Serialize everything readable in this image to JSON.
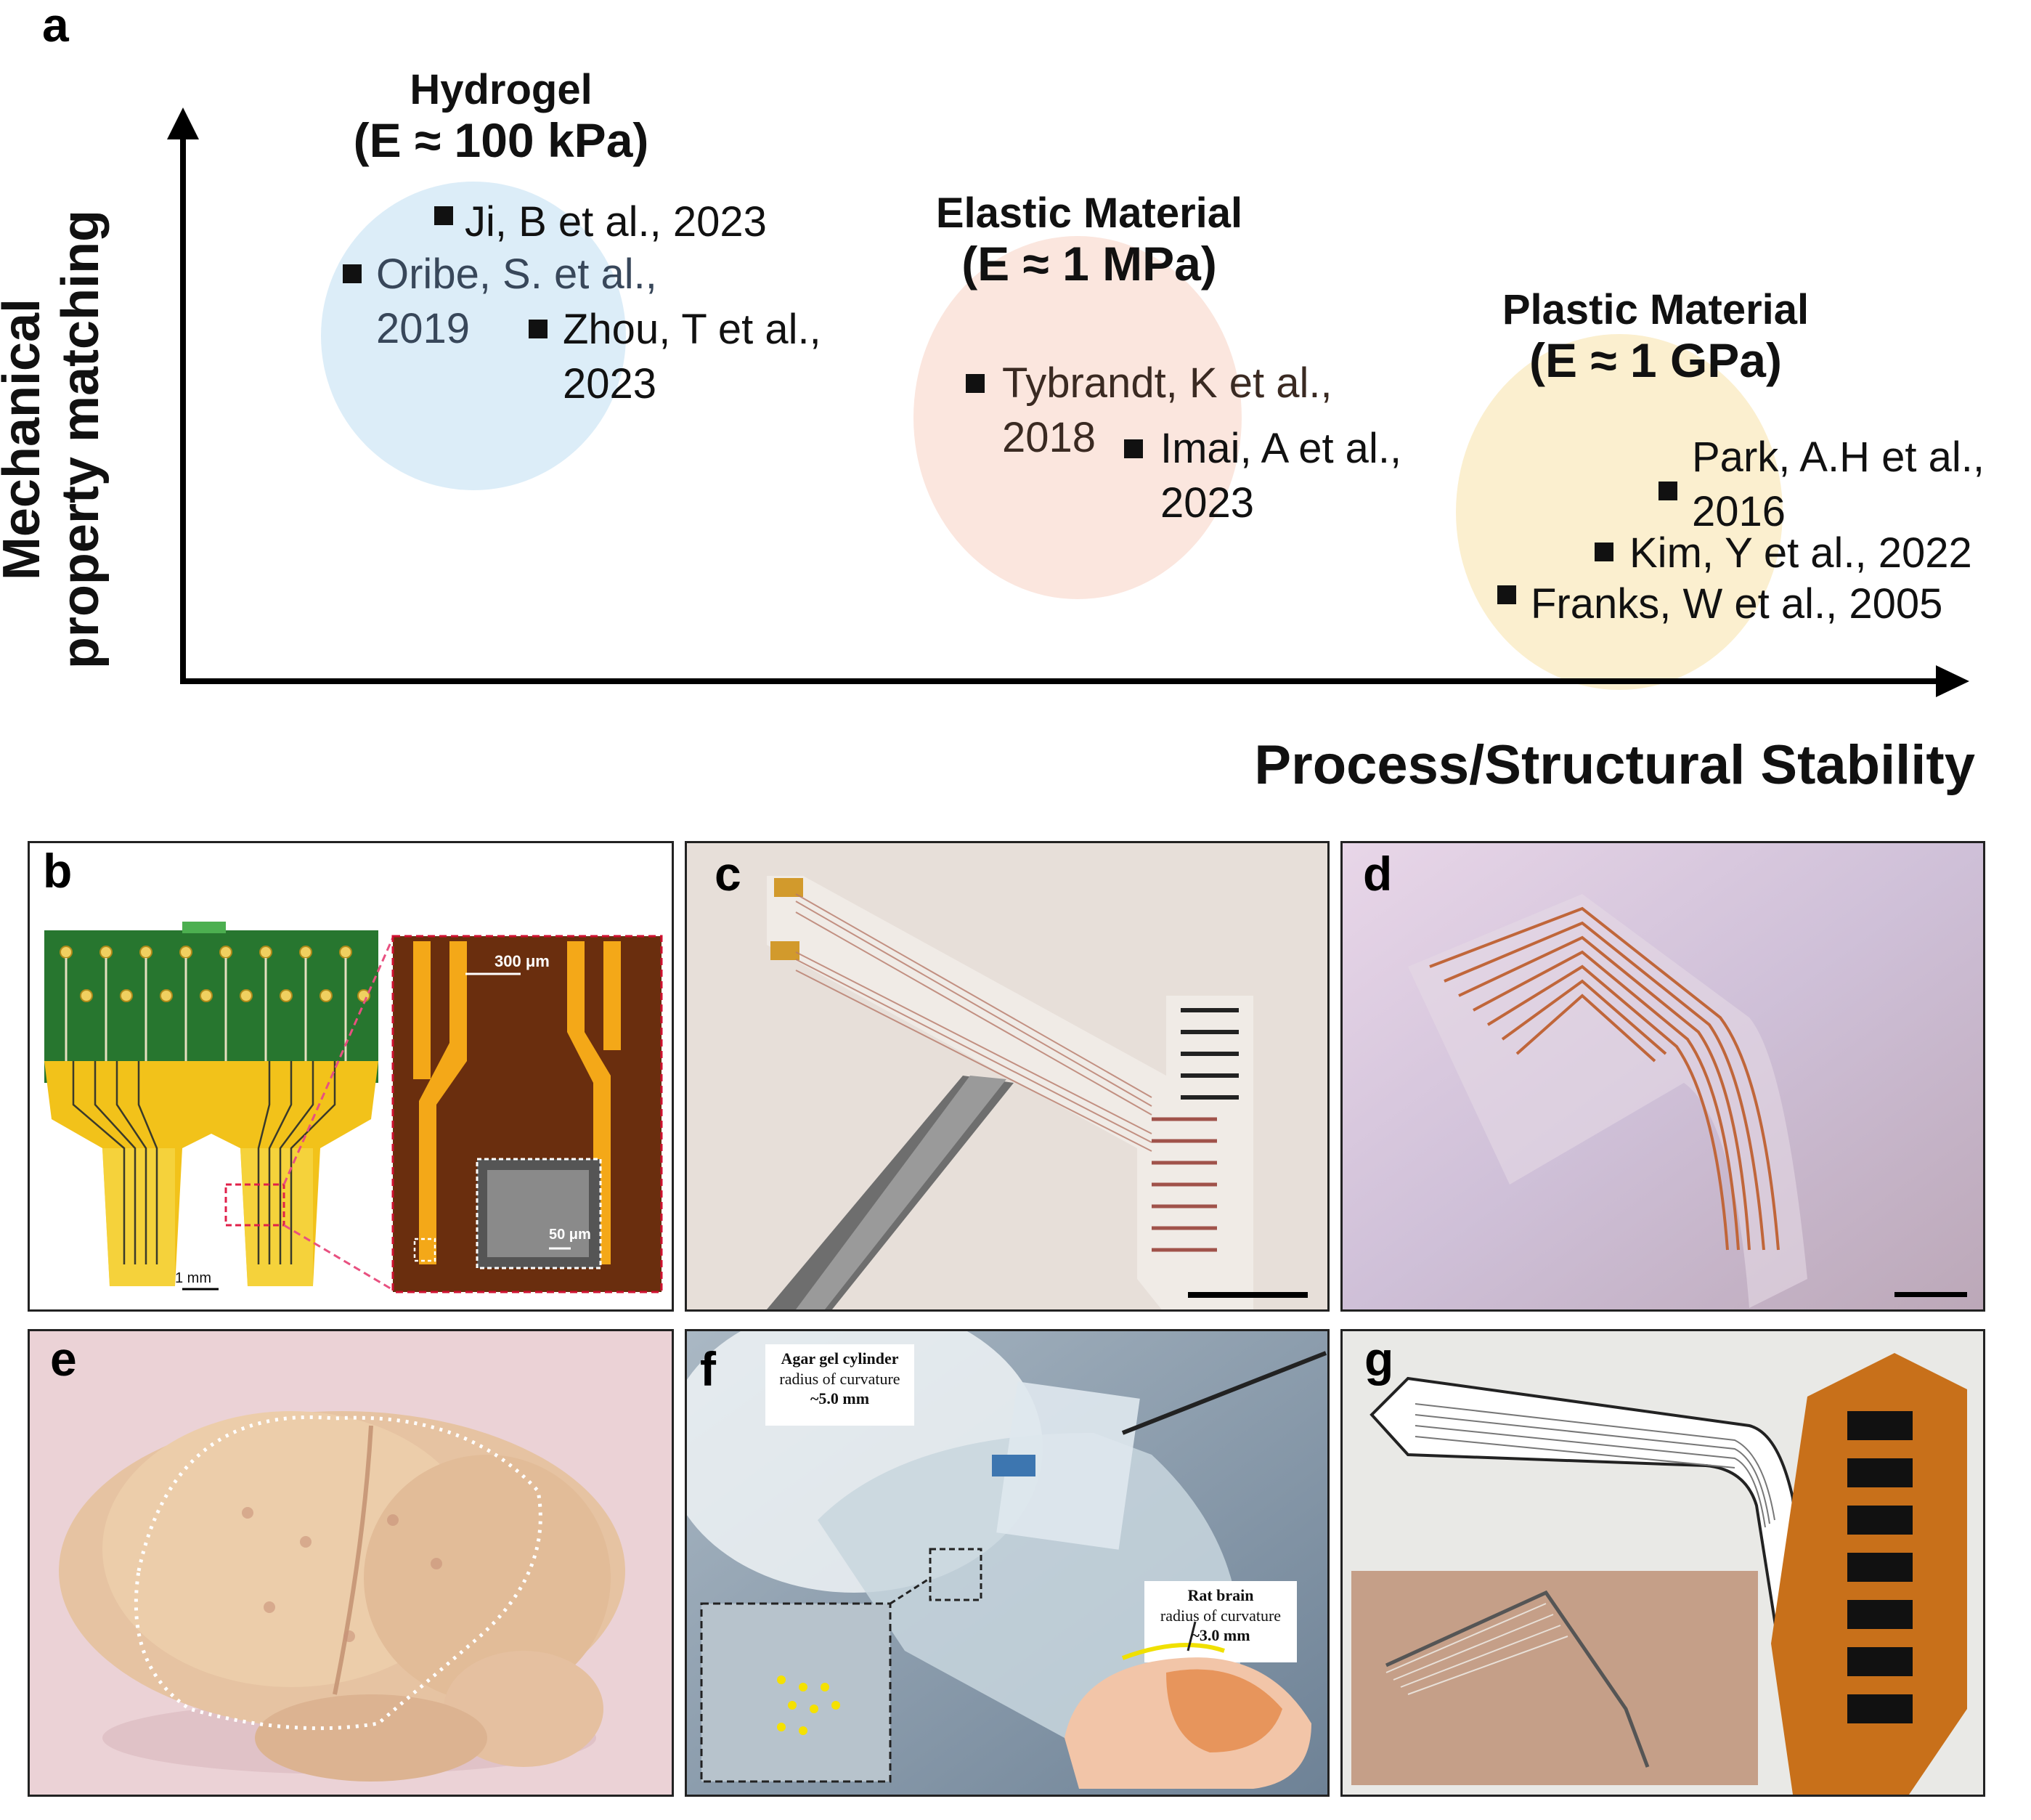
{
  "panel_a": {
    "letter": "a",
    "y_axis_label_line1": "Mechanical",
    "y_axis_label_line2": "property matching",
    "x_axis_label": "Process/Structural Stability",
    "groups": [
      {
        "title": "Hydrogel",
        "modulus": "(E ≈ 100 kPa)",
        "color": "#dcedf8"
      },
      {
        "title": "Elastic Material",
        "modulus": "(E ≈ 1 MPa)",
        "color": "#fbe6de"
      },
      {
        "title": "Plastic Material",
        "modulus": "(E ≈ 1 GPa)",
        "color": "#fbefcf"
      }
    ],
    "refs": [
      {
        "line1": "Ji, B et al., 2023",
        "line2": ""
      },
      {
        "line1": "Oribe, S. et al.,",
        "line2": "2019"
      },
      {
        "line1": "Zhou, T et al.,",
        "line2": "2023"
      },
      {
        "line1": "Tybrandt, K et al.,",
        "line2": "2018"
      },
      {
        "line1": "Imai, A et al.,",
        "line2": "2023"
      },
      {
        "line1": "Park, A.H et al.,",
        "line2": "2016"
      },
      {
        "line1": "Kim, Y et al., 2022",
        "line2": ""
      },
      {
        "line1": "Franks, W et al., 2005",
        "line2": ""
      }
    ]
  },
  "panel_b": {
    "letter": "b",
    "scale_main": "1 mm",
    "scale_inset_large": "300 μm",
    "scale_inset_small": "50 μm"
  },
  "panel_c": {
    "letter": "c"
  },
  "panel_d": {
    "letter": "d"
  },
  "panel_e": {
    "letter": "e"
  },
  "panel_f": {
    "letter": "f",
    "label_agar_title": "Agar gel cylinder",
    "label_agar_line2": "radius of curvature",
    "label_agar_line3": "~5.0 mm",
    "label_rat_title": "Rat brain",
    "label_rat_line2": "radius of curvature",
    "label_rat_line3": "~3.0 mm"
  },
  "panel_g": {
    "letter": "g"
  }
}
